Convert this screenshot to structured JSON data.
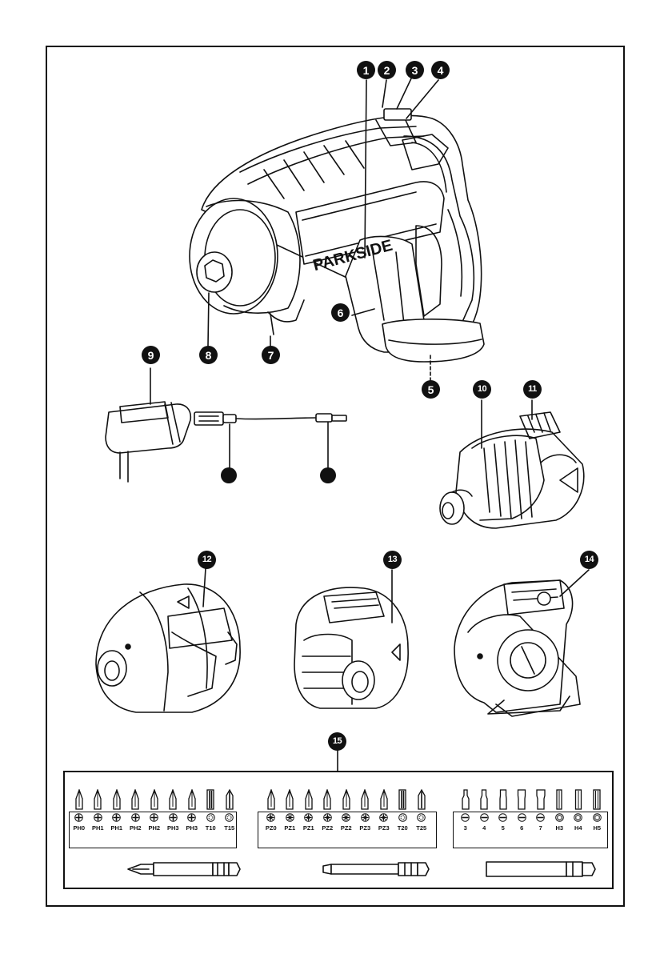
{
  "brand": "PARKSIDE",
  "callouts": [
    "1",
    "2",
    "3",
    "4",
    "5",
    "6",
    "7",
    "8",
    "9",
    "10",
    "11",
    "12",
    "13",
    "14",
    "15"
  ],
  "kit": {
    "group1": [
      "PH0",
      "PH1",
      "PH1",
      "PH2",
      "PH2",
      "PH3",
      "PH3",
      "T10",
      "T15"
    ],
    "group2": [
      "PZ0",
      "PZ1",
      "PZ1",
      "PZ2",
      "PZ2",
      "PZ3",
      "PZ3",
      "T20",
      "T25"
    ],
    "group3": [
      "3",
      "4",
      "5",
      "6",
      "7",
      "H3",
      "H4",
      "H5"
    ]
  },
  "icons": [
    "phillips-tip-icon",
    "pozidriv-tip-icon",
    "torx-tip-icon",
    "slotted-tip-icon",
    "hex-tip-icon"
  ]
}
